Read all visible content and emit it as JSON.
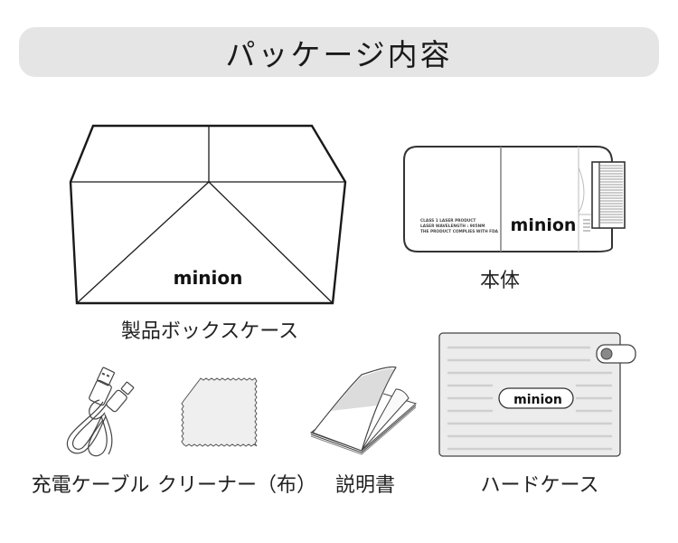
{
  "header": {
    "title": "パッケージ内容"
  },
  "brand": {
    "logo_text": "minion"
  },
  "items": [
    {
      "id": "box",
      "label": "製品ボックスケース"
    },
    {
      "id": "body",
      "label": "本体",
      "laser_text": [
        "CLASS 1 LASER PRODUCT",
        "LASER WAVELENGTH : 905NM",
        "THE PRODUCT COMPLIES WITH FDA"
      ]
    },
    {
      "id": "cable",
      "label": "充電ケーブル"
    },
    {
      "id": "cloth",
      "label": "クリーナー（布）"
    },
    {
      "id": "manual",
      "label": "説明書"
    },
    {
      "id": "hardcase",
      "label": "ハードケース"
    }
  ],
  "colors": {
    "header_bg": "#e5e5e5",
    "case_fill": "#ececec",
    "stroke": "#1a1a1a"
  }
}
